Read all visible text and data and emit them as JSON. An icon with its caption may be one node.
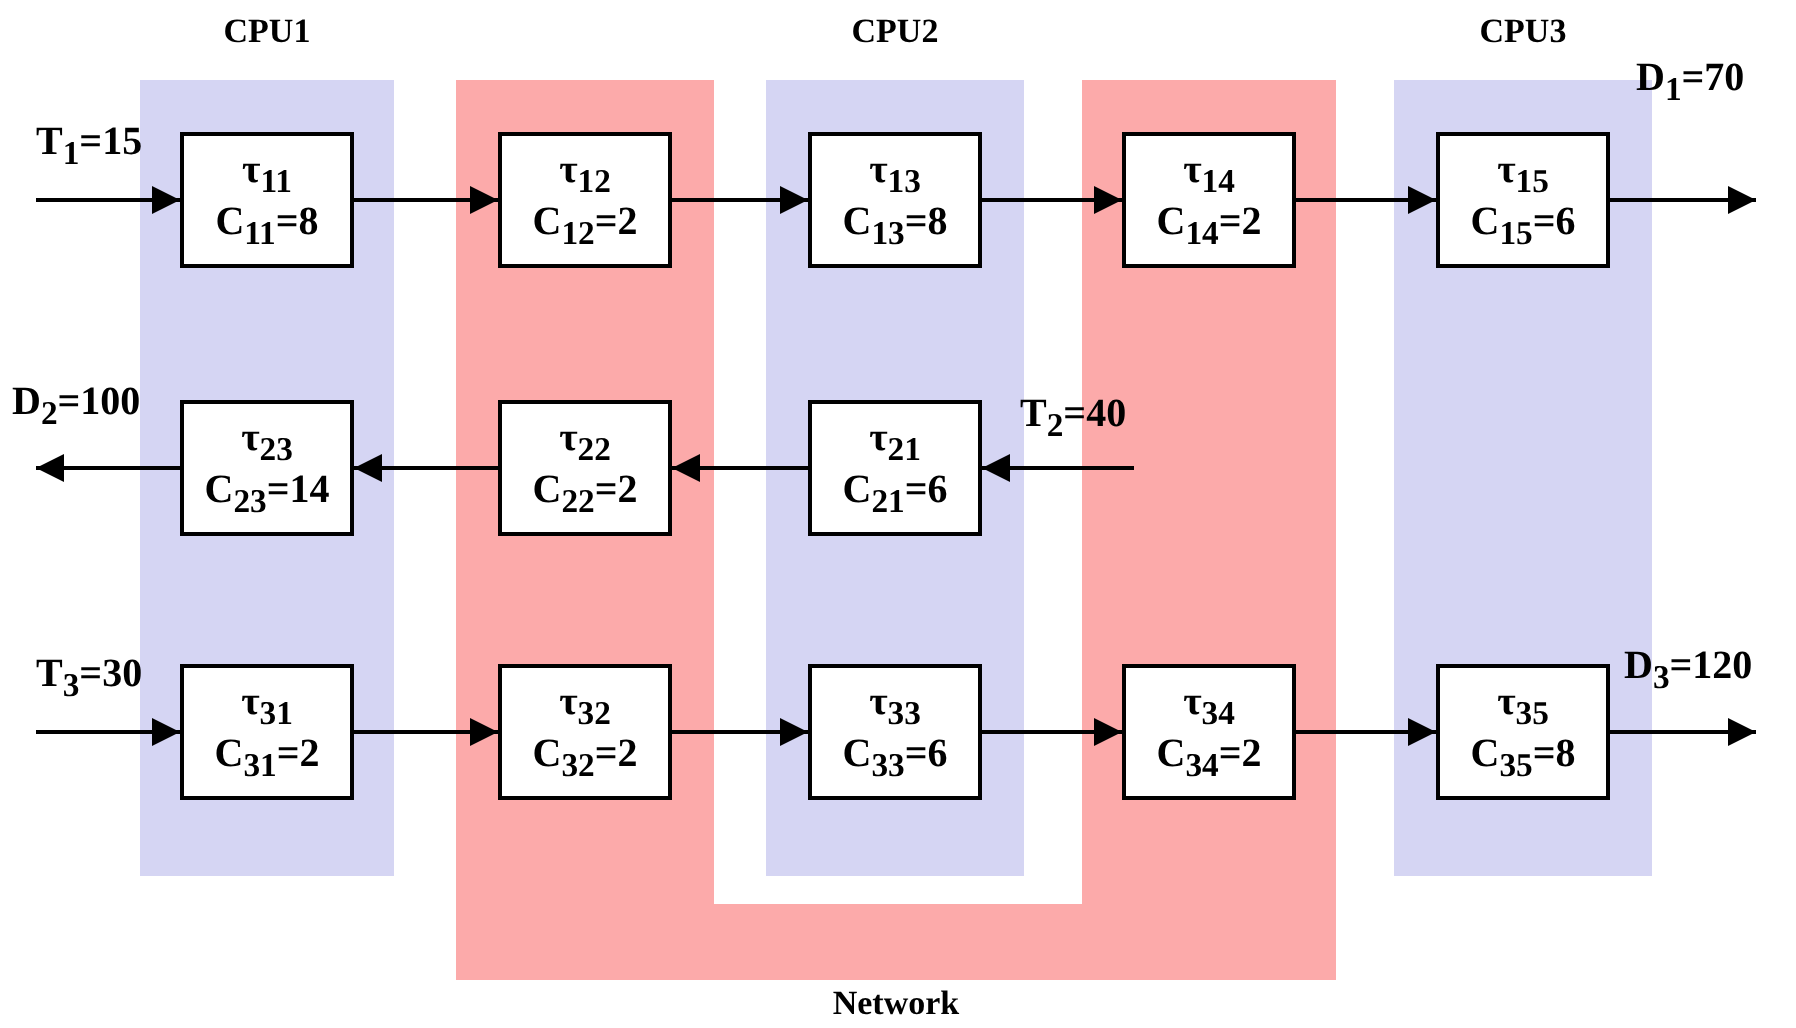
{
  "diagram": {
    "nodes": [
      {
        "text": [
          "CPU1"
        ]
      },
      {
        "text": [
          "Network"
        ]
      },
      {
        "text": [
          "CPU2"
        ]
      },
      {
        "text": [
          "CPU3"
        ]
      },
      {
        "text": [
          "τ$_{11}$",
          "C$_{11}$=8"
        ],
        "in": 0
      },
      {
        "text": [
          "τ$_{12}$",
          "C$_{12}$=2"
        ],
        "in": 1
      },
      {
        "text": [
          "τ$_{13}$",
          "C$_{13}$=8"
        ],
        "in": 2
      },
      {
        "text": [
          "τ$_{14}$",
          "C$_{14}$=2"
        ],
        "in": 1
      },
      {
        "text": [
          "τ$_{15}$",
          "C$_{15}$=6"
        ],
        "in": 3
      },
      {
        "text": [
          "τ$_{23}$",
          "C$_{23}$=14"
        ],
        "in": 0
      },
      {
        "text": [
          "τ$_{22}$",
          "C$_{22}$=2"
        ],
        "in": 1
      },
      {
        "text": [
          "τ$_{21}$",
          "C$_{21}$=6"
        ],
        "in": 2
      },
      {
        "text": [
          "τ$_{31}$",
          "C$_{31}$=2"
        ],
        "in": 0
      },
      {
        "text": [
          "τ$_{32}$",
          "C$_{32}$=2"
        ],
        "in": 1
      },
      {
        "text": [
          "τ$_{33}$",
          "C$_{33}$=6"
        ],
        "in": 2
      },
      {
        "text": [
          "τ$_{34}$",
          "C$_{34}$=2"
        ],
        "in": 1
      },
      {
        "text": [
          "τ$_{35}$",
          "C$_{35}$=8"
        ],
        "in": 3
      }
    ],
    "edges": [
      {
        "from": null,
        "to": 4,
        "arrow": "to",
        "label": "T$_{1}$=15"
      },
      {
        "from": 4,
        "to": 5,
        "arrow": "to"
      },
      {
        "from": 5,
        "to": 6,
        "arrow": "to"
      },
      {
        "from": 6,
        "to": 7,
        "arrow": "to"
      },
      {
        "from": 7,
        "to": 8,
        "arrow": "to"
      },
      {
        "from": 8,
        "to": null,
        "arrow": "to",
        "label": "D$_{1}$=70"
      },
      {
        "from": null,
        "to": 11,
        "arrow": "to",
        "label": "T$_{2}$=40"
      },
      {
        "from": 11,
        "to": 10,
        "arrow": "to"
      },
      {
        "from": 10,
        "to": 9,
        "arrow": "to"
      },
      {
        "from": 9,
        "to": null,
        "arrow": "to",
        "label": "D$_{2}$=100"
      },
      {
        "from": null,
        "to": 12,
        "arrow": "to",
        "label": "T$_{3}$=30"
      },
      {
        "from": 12,
        "to": 13,
        "arrow": "to"
      },
      {
        "from": 13,
        "to": 14,
        "arrow": "to"
      },
      {
        "from": 14,
        "to": 15,
        "arrow": "to"
      },
      {
        "from": 15,
        "to": 16,
        "arrow": "to"
      },
      {
        "from": 16,
        "to": null,
        "arrow": "to",
        "label": "D$_{3}$=120"
      }
    ]
  }
}
